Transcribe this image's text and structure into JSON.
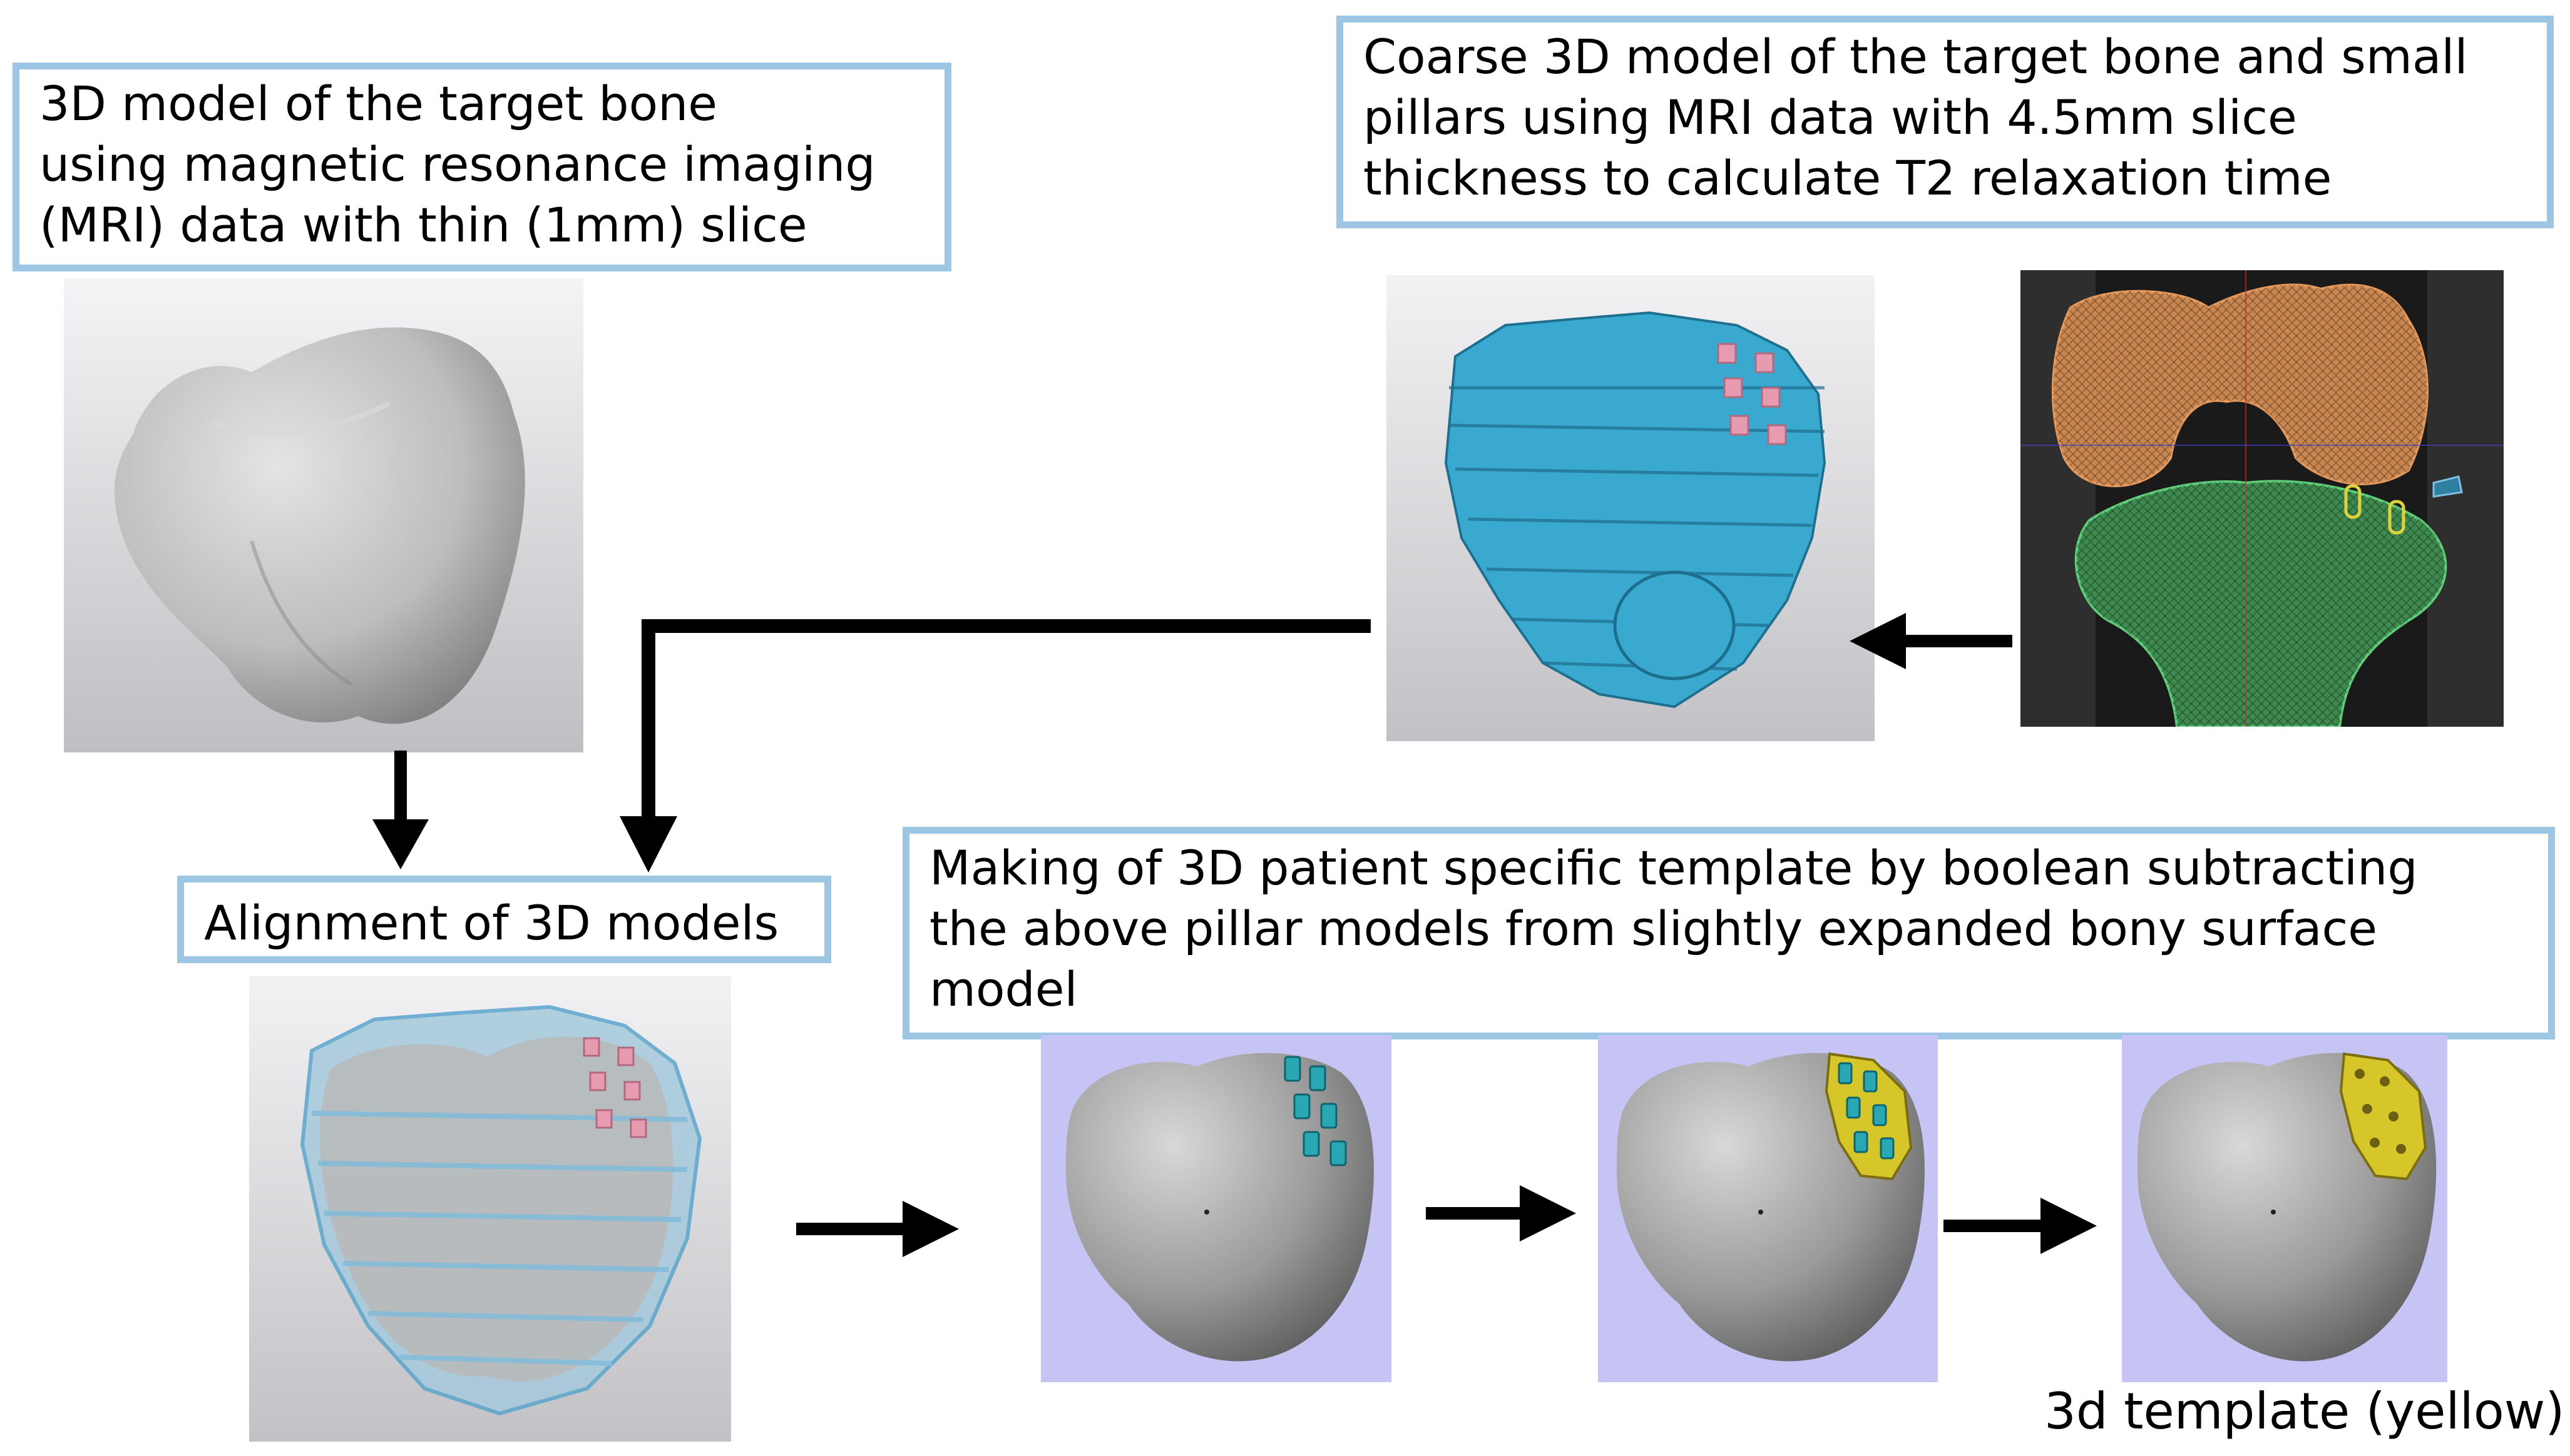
{
  "boxes": {
    "thin_slice": "3D model of the target bone\nusing magnetic resonance imaging\n(MRI) data with thin (1mm) slice",
    "coarse": "Coarse 3D model of the target bone and small\npillars  using MRI data with 4.5mm slice\nthickness to calculate T2 relaxation time",
    "alignment": "Alignment of 3D models",
    "template_making": "Making of 3D patient specific template by boolean subtracting\nthe above pillar models from slightly expanded bony surface\nmodel"
  },
  "caption": "3d template (yellow)",
  "colors": {
    "box_border": "#9dc6e4",
    "coarse_model": "#3aa9cf",
    "pillar": "#e69bb0",
    "template": "#d6c62a",
    "mri_femur": "#c9864f",
    "mri_tibia": "#3e8a4f",
    "panel_lavender": "#c6c4f5"
  },
  "icons": [
    "arrow-down-icon",
    "arrow-left-icon",
    "arrow-right-icon",
    "elbow-arrow-icon"
  ]
}
